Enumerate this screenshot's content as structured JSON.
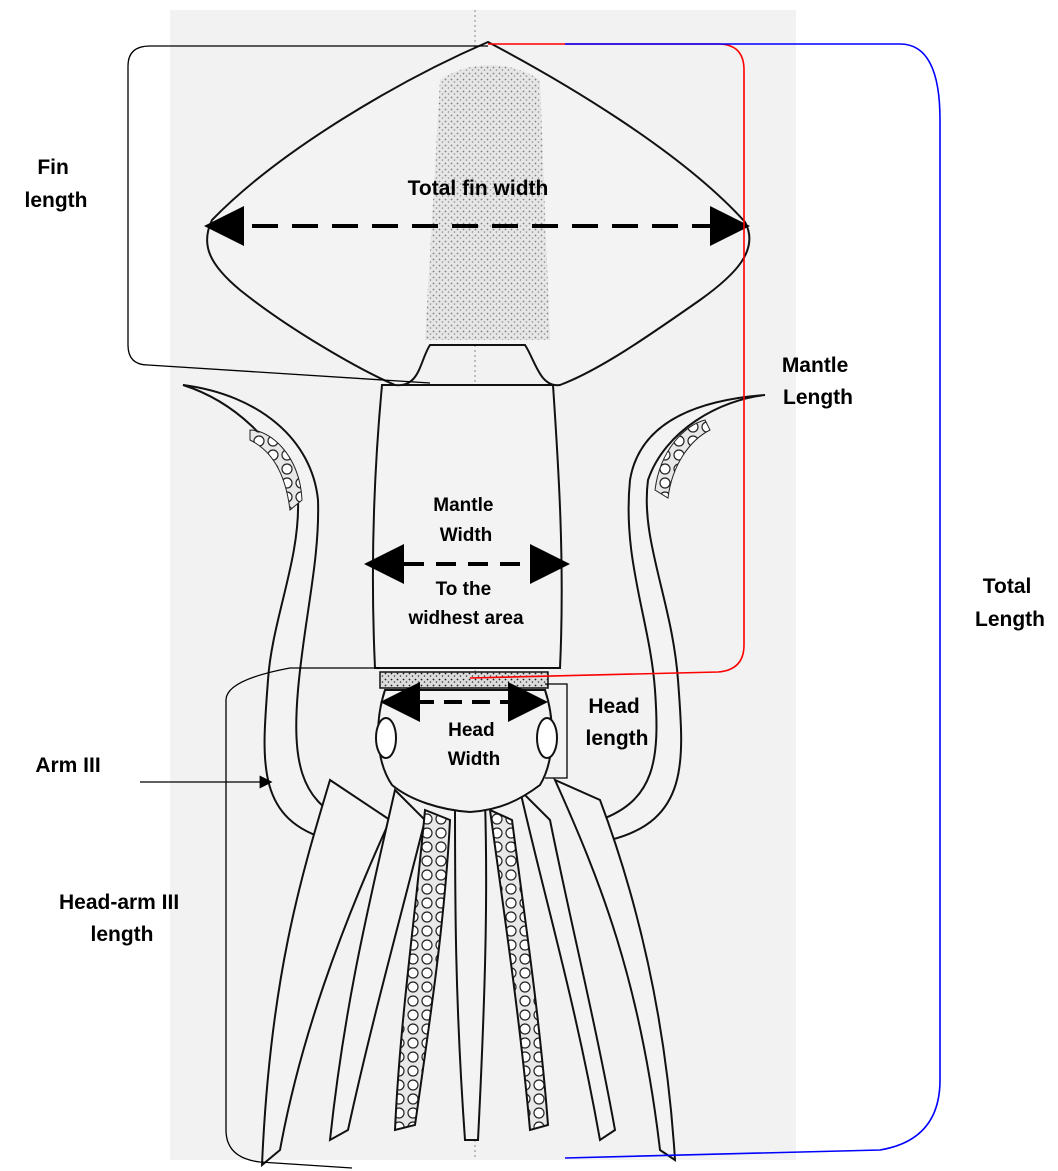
{
  "labels": {
    "fin_length": [
      "Fin",
      "length"
    ],
    "total_fin_width": "Total fin width",
    "mantle_length": [
      "Mantle",
      "Length"
    ],
    "mantle_width": [
      "Mantle",
      "Width"
    ],
    "mantle_width_note": [
      "To the",
      "widhest area"
    ],
    "total_length": [
      "Total",
      "Length"
    ],
    "head_length": [
      "Head",
      "length"
    ],
    "head_width": [
      "Head",
      "Width"
    ],
    "head_arm_length": [
      "Head-arm III",
      "length"
    ],
    "arm_iii": "Arm III"
  },
  "colors": {
    "mantle_length_line": "#ff0000",
    "total_length_line": "#0000ff",
    "ink": "#000000",
    "background": "#f2f2f2"
  }
}
